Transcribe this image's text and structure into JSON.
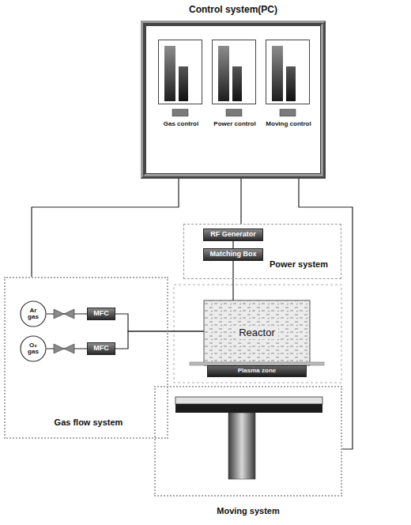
{
  "diagram": {
    "nodes": [
      {
        "text": [
          "Control system(PC)"
        ]
      },
      {
        "text": [
          "Gas control"
        ],
        "in": 0
      },
      {
        "text": [
          "Power control"
        ],
        "in": 0
      },
      {
        "text": [
          "Moving control"
        ],
        "in": 0
      },
      {
        "text": [
          "Power system"
        ]
      },
      {
        "text": [
          "RF Generator"
        ],
        "in": 4
      },
      {
        "text": [
          "Matching Box"
        ],
        "in": 4
      },
      {
        "text": [
          "Gas flow system"
        ]
      },
      {
        "text": [
          "Ar gas"
        ],
        "in": 7
      },
      {
        "text": [
          "O₂ gas"
        ],
        "in": 7
      },
      {
        "text": [
          "MFC"
        ],
        "in": 7
      },
      {
        "text": [
          "MFC"
        ],
        "in": 7
      },
      {
        "text": [
          "Reactor"
        ]
      },
      {
        "text": [
          "Plasma zone"
        ]
      },
      {
        "text": [
          "Moving system"
        ]
      }
    ],
    "edges": [
      {
        "from": 0,
        "to": 7,
        "arrow": "none"
      },
      {
        "from": 0,
        "to": 4,
        "arrow": "none"
      },
      {
        "from": 0,
        "to": 14,
        "arrow": "none"
      },
      {
        "from": 5,
        "to": 6,
        "arrow": "none"
      },
      {
        "from": 6,
        "to": 12,
        "arrow": "none"
      },
      {
        "from": 8,
        "to": 10,
        "arrow": "none"
      },
      {
        "from": 9,
        "to": 11,
        "arrow": "none"
      },
      {
        "from": 10,
        "to": 12,
        "arrow": "none"
      },
      {
        "from": 11,
        "to": 12,
        "arrow": "none"
      }
    ]
  }
}
